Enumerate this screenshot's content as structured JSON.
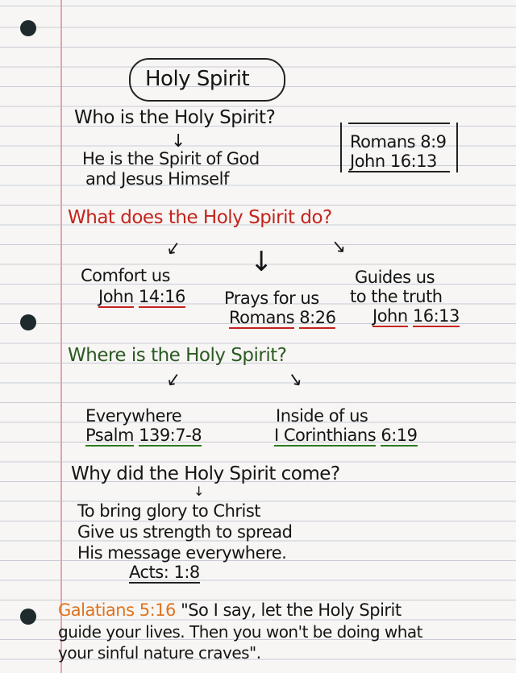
{
  "title": "Holy Spirit",
  "who": {
    "question": "Who is the Holy Spirit?",
    "answer_line1": "He is the Spirit of God",
    "answer_line2": "and Jesus Himself"
  },
  "refs_box": [
    "Romans 8:9",
    "John 16:13"
  ],
  "what": {
    "question": "What does the Holy Spirit do?",
    "items": [
      {
        "text": "Comfort us",
        "ref_book": "John",
        "ref_verse": "14:16"
      },
      {
        "text": "Prays for us",
        "ref_book": "Romans",
        "ref_verse": "8:26"
      },
      {
        "text_line1": "Guides us",
        "text_line2": "to the truth",
        "ref_book": "John",
        "ref_verse": "16:13"
      }
    ]
  },
  "where": {
    "question": "Where is the Holy Spirit?",
    "items": [
      {
        "text": "Everywhere",
        "ref_book": "Psalm",
        "ref_chapter": "139:",
        "ref_verse": "7-8"
      },
      {
        "text": "Inside of us",
        "ref_book": "I Corinthians",
        "ref_verse": "6:19"
      }
    ]
  },
  "why": {
    "question": "Why did the Holy Spirit come?",
    "lines": [
      "To bring glory to Christ",
      "Give us strength to spread",
      "His message everywhere."
    ],
    "ref": "Acts: 1:8"
  },
  "closing": {
    "ref": "Galatians 5:16",
    "line1": "\"So I say, let the Holy Spirit",
    "line2": "guide your lives. Then you won't be doing what",
    "line3": "your sinful nature craves\"."
  }
}
